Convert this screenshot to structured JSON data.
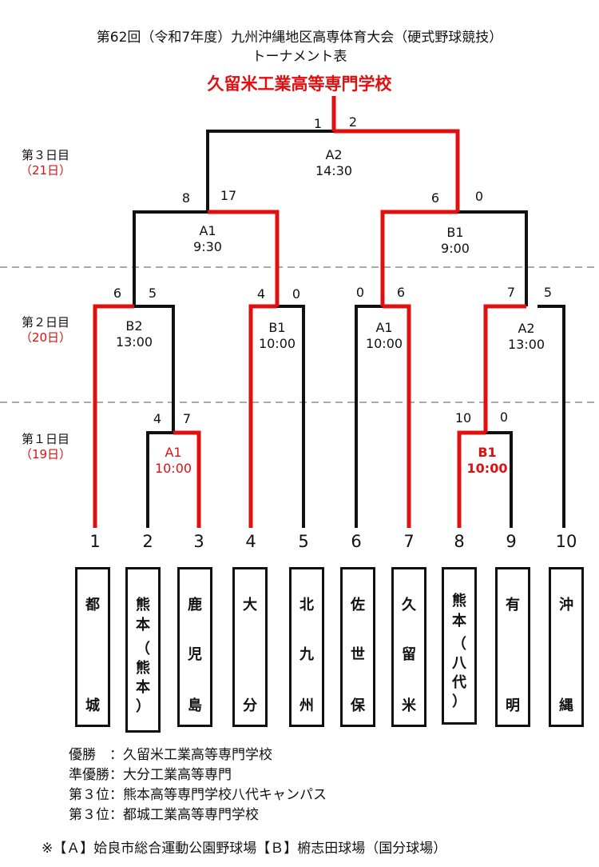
{
  "title_line1": "第62回（令和7年度）九州沖縄地区高専体育大会（硬式野球競技）",
  "title_line2": "トーナメント表",
  "champion": "久留米工業高等専門学校",
  "days": [
    {
      "label": "第３日目",
      "date": "（21日）"
    },
    {
      "label": "第２日目",
      "date": "（20日）"
    },
    {
      "label": "第１日目",
      "date": "（19日）"
    }
  ],
  "seats": [
    "1",
    "2",
    "3",
    "4",
    "5",
    "6",
    "7",
    "8",
    "9",
    "10"
  ],
  "teams": [
    {
      "chars": [
        "都",
        "城"
      ]
    },
    {
      "chars": [
        "熊",
        "本",
        "（",
        "熊",
        "本",
        "）"
      ]
    },
    {
      "chars": [
        "鹿",
        "児",
        "島"
      ]
    },
    {
      "chars": [
        "大",
        "分"
      ]
    },
    {
      "chars": [
        "北",
        "九",
        "州"
      ]
    },
    {
      "chars": [
        "佐",
        "世",
        "保"
      ]
    },
    {
      "chars": [
        "久",
        "留",
        "米"
      ]
    },
    {
      "chars": [
        "熊",
        "本",
        "（",
        "八",
        "代",
        "）"
      ]
    },
    {
      "chars": [
        "有",
        "明"
      ]
    },
    {
      "chars": [
        "沖",
        "縄"
      ]
    }
  ],
  "matches": {
    "d1_a1": {
      "venue": "A1",
      "time": "10:00",
      "score_left": "4",
      "score_right": "7"
    },
    "d1_b1": {
      "venue": "B1",
      "time": "10:00",
      "score_left": "10",
      "score_right": "0"
    },
    "d2_b2": {
      "venue": "B2",
      "time": "13:00",
      "score_left": "6",
      "score_right": "5"
    },
    "d2_b1": {
      "venue": "B1",
      "time": "10:00",
      "score_left": "4",
      "score_right": "0"
    },
    "d2_a1": {
      "venue": "A1",
      "time": "10:00",
      "score_left": "0",
      "score_right": "6"
    },
    "d2_a2": {
      "venue": "A2",
      "time": "13:00",
      "score_left": "7",
      "score_right": "5"
    },
    "sf_a1": {
      "venue": "A1",
      "time": "9:30",
      "score_left": "8",
      "score_right": "17"
    },
    "sf_b1": {
      "venue": "B1",
      "time": "9:00",
      "score_left": "6",
      "score_right": "0"
    },
    "final_a2": {
      "venue": "A2",
      "time": "14:30",
      "score_left": "1",
      "score_right": "2"
    }
  },
  "results": [
    {
      "label": "優勝　：",
      "school": "久留米工業高等専門学校"
    },
    {
      "label": "準優勝：",
      "school": "大分工業高等専門"
    },
    {
      "label": "第３位：",
      "school": "熊本高等専門学校八代キャンパス"
    },
    {
      "label": "第３位：",
      "school": "都城工業高等専門学校"
    }
  ],
  "venue_note": "※【Ａ】姶良市総合運動公園野球場【Ｂ】椨志田球場（国分球場）",
  "colors": {
    "winner_line": "#e01010",
    "loser_line": "#111111",
    "divider": "#aaaaaa"
  }
}
